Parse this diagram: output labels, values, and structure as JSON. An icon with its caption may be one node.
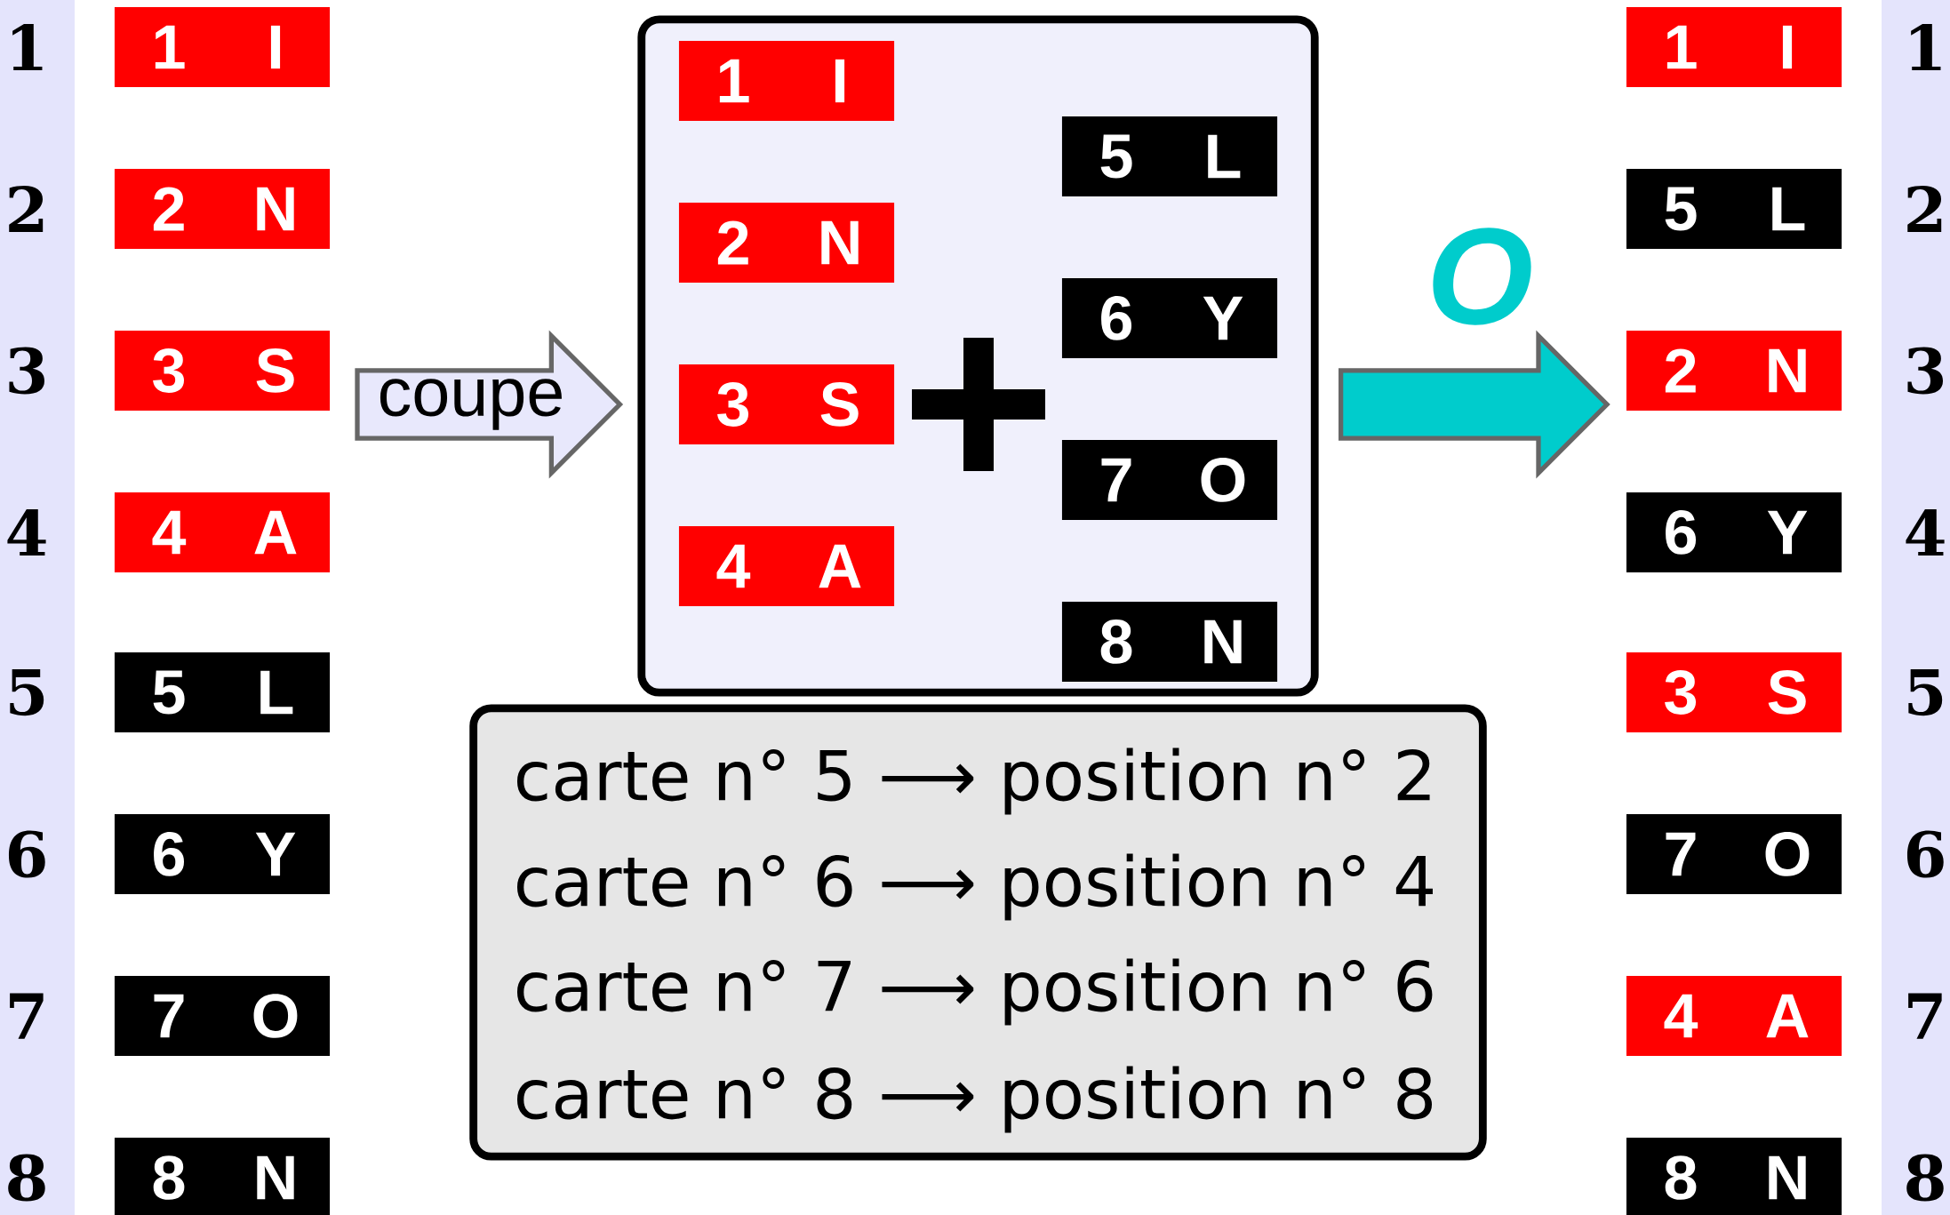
{
  "diagram": {
    "nodes": [
      {
        "text": [
          "1",
          "I"
        ]
      },
      {
        "text": [
          "2",
          "N"
        ]
      },
      {
        "text": [
          "3",
          "S"
        ]
      },
      {
        "text": [
          "4",
          "A"
        ]
      },
      {
        "text": [
          "5",
          "L"
        ]
      },
      {
        "text": [
          "6",
          "Y"
        ]
      },
      {
        "text": [
          "7",
          "O"
        ]
      },
      {
        "text": [
          "8",
          "N"
        ]
      },
      {
        "text": [],
        "shape": "box"
      },
      {
        "text": [
          "1",
          "I"
        ],
        "in": 8
      },
      {
        "text": [
          "2",
          "N"
        ],
        "in": 8
      },
      {
        "text": [
          "3",
          "S"
        ],
        "in": 8
      },
      {
        "text": [
          "4",
          "A"
        ],
        "in": 8
      },
      {
        "text": [
          "5",
          "L"
        ],
        "in": 8
      },
      {
        "text": [
          "6",
          "Y"
        ],
        "in": 8
      },
      {
        "text": [
          "7",
          "O"
        ],
        "in": 8
      },
      {
        "text": [
          "8",
          "N"
        ],
        "in": 8
      },
      {
        "text": [
          "1",
          "I"
        ]
      },
      {
        "text": [
          "5",
          "L"
        ]
      },
      {
        "text": [
          "2",
          "N"
        ]
      },
      {
        "text": [
          "6",
          "Y"
        ]
      },
      {
        "text": [
          "3",
          "S"
        ]
      },
      {
        "text": [
          "7",
          "O"
        ]
      },
      {
        "text": [
          "4",
          "A"
        ]
      },
      {
        "text": [
          "8",
          "N"
        ]
      },
      {
        "text": [
          "carte n° 5 ⟶ position n° 2",
          "carte n° 6 ⟶ position n° 4",
          "carte n° 7 ⟶ position n° 6",
          "carte n° 8 ⟶ position n° 8"
        ]
      }
    ],
    "edges": [
      {
        "from": null,
        "to": 8,
        "arrow": "to",
        "label": "coupe",
        "color": "#e8e8fc"
      },
      {
        "from": 8,
        "to": null,
        "arrow": "to",
        "label": "O",
        "color": "#00cccc"
      }
    ],
    "labels": [
      "1",
      "1",
      "2",
      "2",
      "3",
      "3",
      "4",
      "4",
      "5",
      "5",
      "6",
      "6",
      "7",
      "7",
      "8",
      "8"
    ]
  }
}
